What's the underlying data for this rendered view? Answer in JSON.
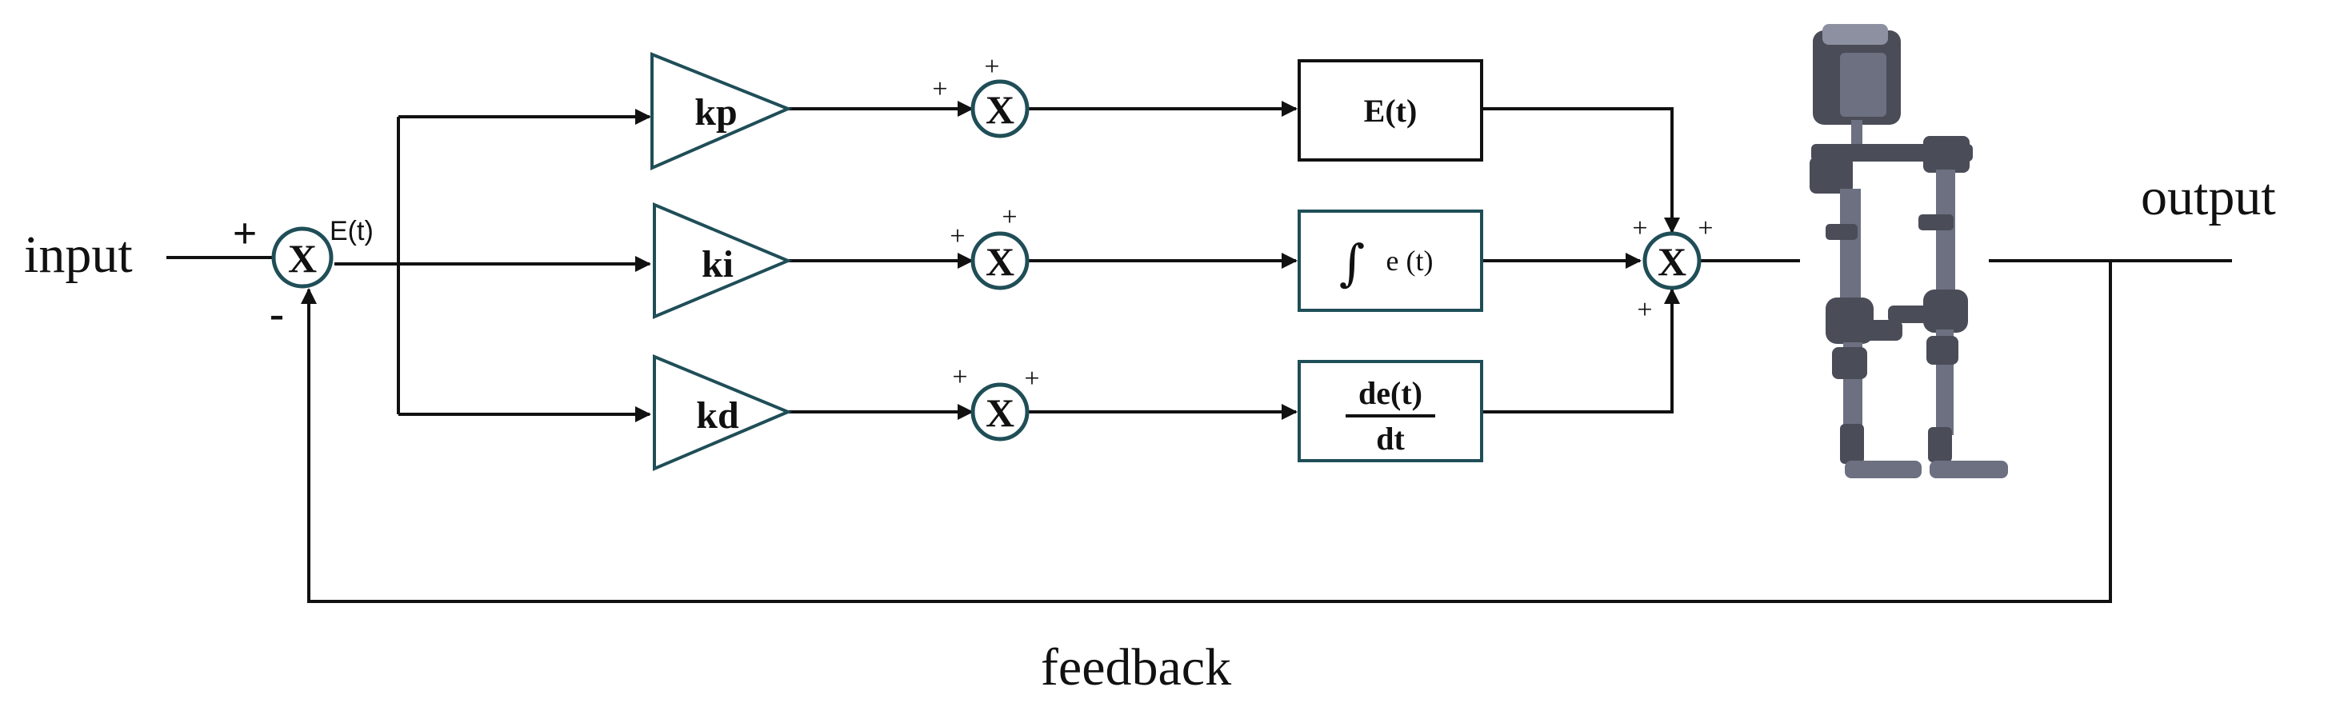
{
  "labels": {
    "input": "input",
    "output": "output",
    "feedback": "feedback",
    "error_signal": "E(t)"
  },
  "gains": {
    "proportional": "kp",
    "integral": "ki",
    "derivative": "kd"
  },
  "multiplier_symbol": "X",
  "signs": {
    "plus": "+",
    "minus": "-"
  },
  "blocks": {
    "proportional": "E(t)",
    "integral_symbol": "∫",
    "integral_expr": "e (t)",
    "derivative_numerator": "de(t)",
    "derivative_denominator": "dt"
  },
  "colors": {
    "line": "#111111",
    "block_outline": "#1f4e57",
    "robot_body": "#4a4d58"
  },
  "icons": {
    "plant": "exoskeleton-robot-icon"
  }
}
